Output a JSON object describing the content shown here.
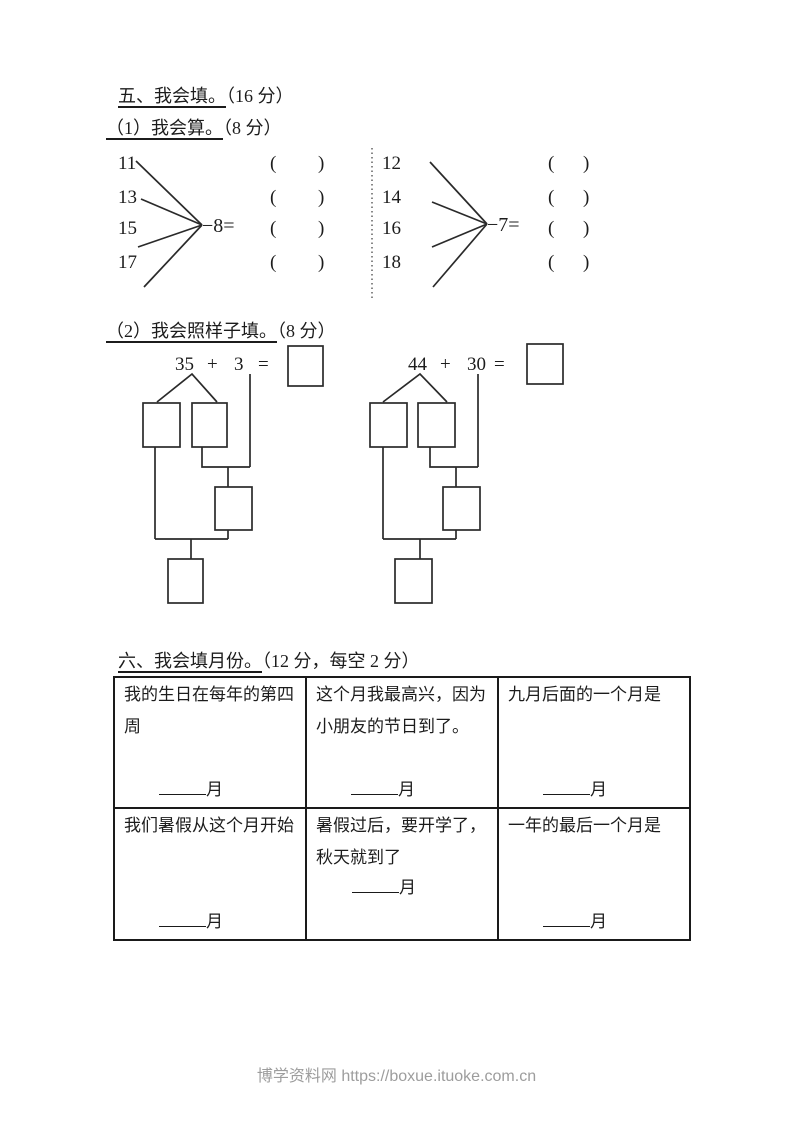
{
  "section5": {
    "title": "五、我会填。",
    "score": "（16 分）",
    "part1": {
      "title": "（1）我会算。",
      "score": "（8 分）",
      "fans": [
        {
          "numbers": [
            "11",
            "13",
            "15",
            "17"
          ],
          "operation": "−8=",
          "answer_open": "(",
          "answer_close": ")"
        },
        {
          "numbers": [
            "12",
            "14",
            "16",
            "18"
          ],
          "operation": "−7=",
          "answer_open": "(",
          "answer_close": ")"
        }
      ]
    },
    "part2": {
      "title": "（2）我会照样子填。",
      "score": "（8 分）",
      "problems": [
        {
          "addend1": "35",
          "plus": "+",
          "addend2": "3",
          "equals": "="
        },
        {
          "addend1": "44",
          "plus": "+",
          "addend2": "30",
          "equals": "="
        }
      ]
    }
  },
  "section6": {
    "title": "六、我会填月份。",
    "score": "（12 分，每空 2 分）",
    "cells": [
      {
        "text": "我的生日在每年的第四周",
        "unit": "月"
      },
      {
        "text": "这个月我最高兴，因为小朋友的节日到了。",
        "unit": "月"
      },
      {
        "text": "九月后面的一个月是",
        "unit": "月"
      },
      {
        "text": "我们暑假从这个月开始",
        "unit": "月"
      },
      {
        "text": "暑假过后，要开学了，秋天就到了",
        "unit": "月"
      },
      {
        "text": "一年的最后一个月是",
        "unit": "月"
      }
    ]
  },
  "footer": {
    "text": "博学资料网 https://boxue.ituoke.com.cn"
  }
}
